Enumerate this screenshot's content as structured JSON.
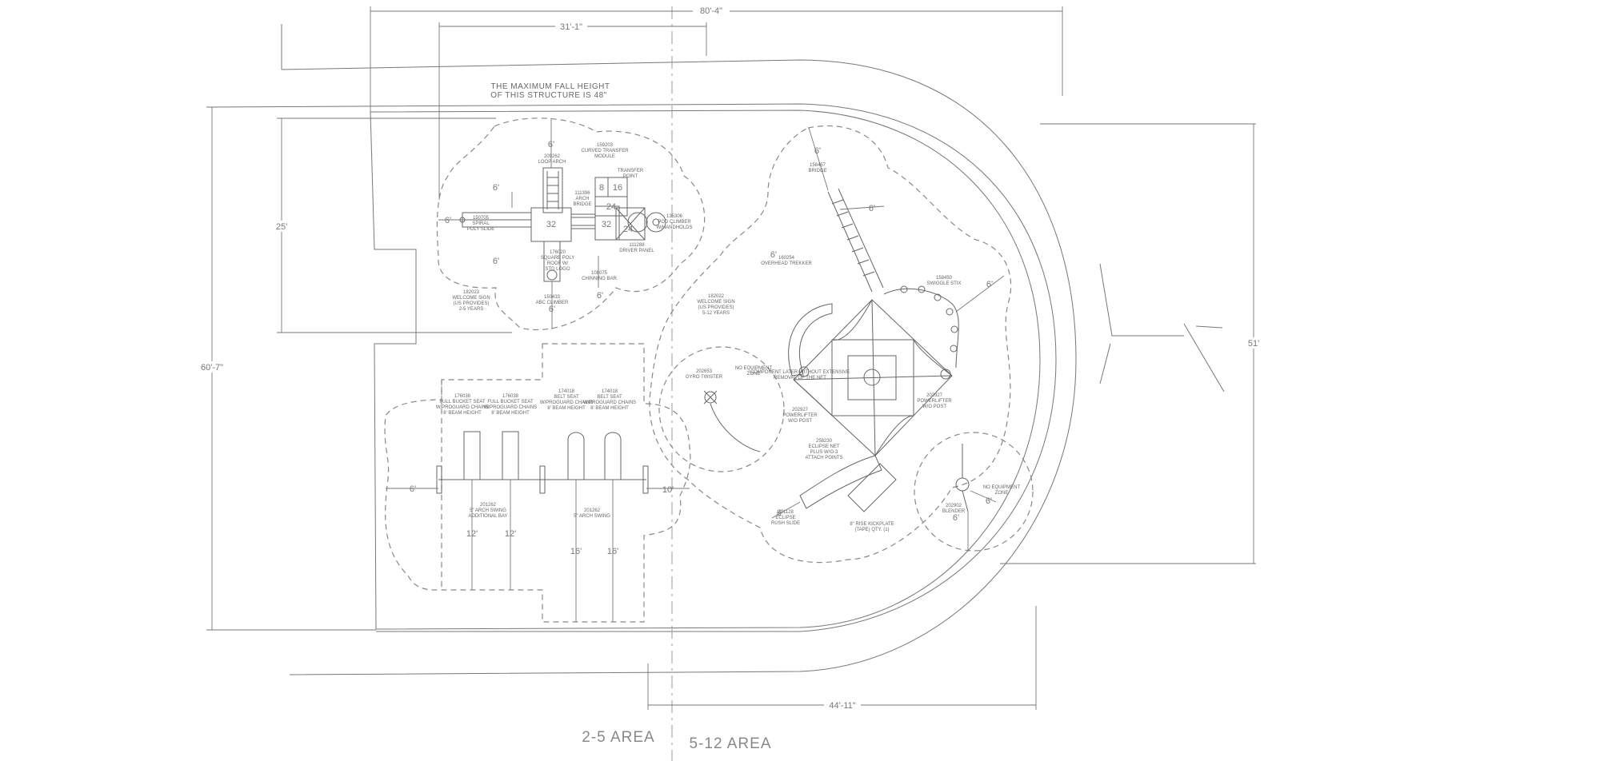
{
  "drawing": {
    "dimensions": {
      "overall_width": "80'-4\"",
      "width_2_5": "31'-1\"",
      "width_5_12": "44'-11\"",
      "height_overall": "60'-7\"",
      "height_2_5": "25'",
      "height_right": "51'"
    },
    "note": {
      "line1": "THE MAXIMUM FALL HEIGHT",
      "line2": "OF THIS STRUCTURE IS 48\""
    },
    "areas": {
      "left": "2-5 AREA",
      "right": "5-12 AREA"
    },
    "use_zone": "6'",
    "swing_zones": {
      "front_back_small": "12'",
      "front_back_large": "16'",
      "side": "10'"
    },
    "deck_heights": {
      "a": "32",
      "b": "8",
      "c": "16",
      "d": "32",
      "e": "24",
      "f": "24"
    },
    "labels_2_5": [
      {
        "id": "loop-arch",
        "lines": [
          "209262",
          "LOOP ARCH"
        ]
      },
      {
        "id": "curved-transfer",
        "lines": [
          "159203",
          "CURVED TRANSFER",
          "MODULE"
        ]
      },
      {
        "id": "transfer-point",
        "lines": [
          "TRANSFER",
          "POINT"
        ]
      },
      {
        "id": "arch-bridge",
        "lines": [
          "111396",
          "ARCH",
          "BRIDGE"
        ]
      },
      {
        "id": "pod-climber",
        "lines": [
          "135306",
          "POD CLIMBER",
          "W/HANDHOLDS"
        ]
      },
      {
        "id": "spiral-slide",
        "lines": [
          "150705",
          "SPIRAL",
          "POLY SLIDE"
        ]
      },
      {
        "id": "square-roof",
        "lines": [
          "176020",
          "SQUARE POLY",
          "ROOF W/",
          "STD LOGO"
        ]
      },
      {
        "id": "driver-panel",
        "lines": [
          "111288",
          "DRIVER PANEL"
        ]
      },
      {
        "id": "chinning-bar",
        "lines": [
          "108075",
          "CHINNING BAR"
        ]
      },
      {
        "id": "abc-climber",
        "lines": [
          "150433",
          "ABC CLIMBER"
        ]
      },
      {
        "id": "welcome-sign-2-5",
        "lines": [
          "182023",
          "WELCOME SIGN",
          "(US PROVIDES)",
          "2-5 YEARS"
        ]
      }
    ],
    "labels_swings": [
      {
        "id": "full-bucket-1",
        "lines": [
          "176038",
          "FULL BUCKET SEAT",
          "W/PROGUARD CHAINS",
          "8' BEAM HEIGHT"
        ]
      },
      {
        "id": "full-bucket-2",
        "lines": [
          "176038",
          "FULL BUCKET SEAT",
          "W/PROGUARD CHAINS",
          "8' BEAM HEIGHT"
        ]
      },
      {
        "id": "belt-seat-1",
        "lines": [
          "174018",
          "BELT SEAT",
          "W/PROGUARD CHAINS",
          "8' BEAM HEIGHT"
        ]
      },
      {
        "id": "belt-seat-2",
        "lines": [
          "174018",
          "BELT SEAT",
          "W/PROGUARD CHAINS",
          "8' BEAM HEIGHT"
        ]
      },
      {
        "id": "arch-swing-additional",
        "lines": [
          "201262",
          "5\" ARCH SWING",
          "ADDITIONAL BAY"
        ]
      },
      {
        "id": "arch-swing",
        "lines": [
          "201262",
          "5\" ARCH SWING"
        ]
      }
    ],
    "labels_5_12": [
      {
        "id": "welcome-sign-5-12",
        "lines": [
          "182022",
          "WELCOME SIGN",
          "(US PROVIDES)",
          "5-12 YEARS"
        ]
      },
      {
        "id": "overhead-trekker",
        "lines": [
          "160254",
          "OVERHEAD TREKKER"
        ]
      },
      {
        "id": "bridge",
        "lines": [
          "158457",
          "BRIDGE"
        ]
      },
      {
        "id": "swiggle-stix",
        "lines": [
          "158450",
          "SWIGGLE STIX"
        ]
      },
      {
        "id": "gyro-twister",
        "lines": [
          "202653",
          "GYRO TWISTER"
        ]
      },
      {
        "id": "no-zone-a",
        "lines": [
          "NO EQUIPMENT",
          "ZONE"
        ]
      },
      {
        "id": "component-note",
        "lines": [
          "COMPONENT LATER WITHOUT EXTENSIVE",
          "REMOVAL OF THE NET"
        ]
      },
      {
        "id": "powerlifter-1",
        "lines": [
          "202927",
          "POWERLIFTER",
          "W/O POST"
        ]
      },
      {
        "id": "powerlifter-2",
        "lines": [
          "202927",
          "POWERLIFTER",
          "W/O POST"
        ]
      },
      {
        "id": "eclipse-net",
        "lines": [
          "258230",
          "ECLIPSE NET",
          "PLUS W/O-3",
          "ATTACH POINTS"
        ]
      },
      {
        "id": "eclipse-slide",
        "lines": [
          "201128",
          "ECLIPSE",
          "RUSH SLIDE"
        ]
      },
      {
        "id": "kickplate",
        "lines": [
          "8\" RISE KICKPLATE",
          "(TAPE) QTY. (1)"
        ]
      },
      {
        "id": "blender",
        "lines": [
          "202902",
          "BLENDER"
        ]
      },
      {
        "id": "no-zone-b",
        "lines": [
          "NO EQUIPMENT",
          "ZONE"
        ]
      }
    ]
  }
}
